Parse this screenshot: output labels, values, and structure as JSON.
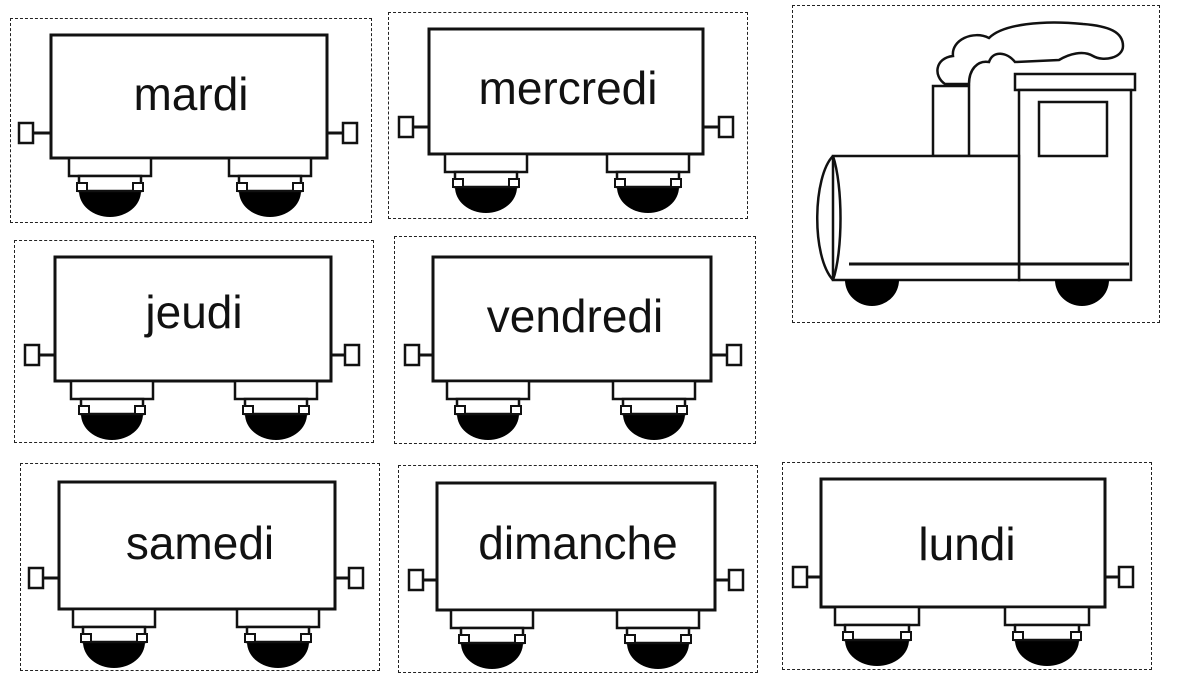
{
  "wagons": [
    {
      "id": "mardi",
      "label": "mardi"
    },
    {
      "id": "mercredi",
      "label": "mercredi"
    },
    {
      "id": "jeudi",
      "label": "jeudi"
    },
    {
      "id": "vendredi",
      "label": "vendredi"
    },
    {
      "id": "samedi",
      "label": "samedi"
    },
    {
      "id": "dimanche",
      "label": "dimanche"
    },
    {
      "id": "lundi",
      "label": "lundi"
    }
  ],
  "locomotive": {
    "icon": "locomotive-icon"
  },
  "colors": {
    "line": "#111111",
    "background": "#ffffff",
    "wheel": "#000000"
  }
}
